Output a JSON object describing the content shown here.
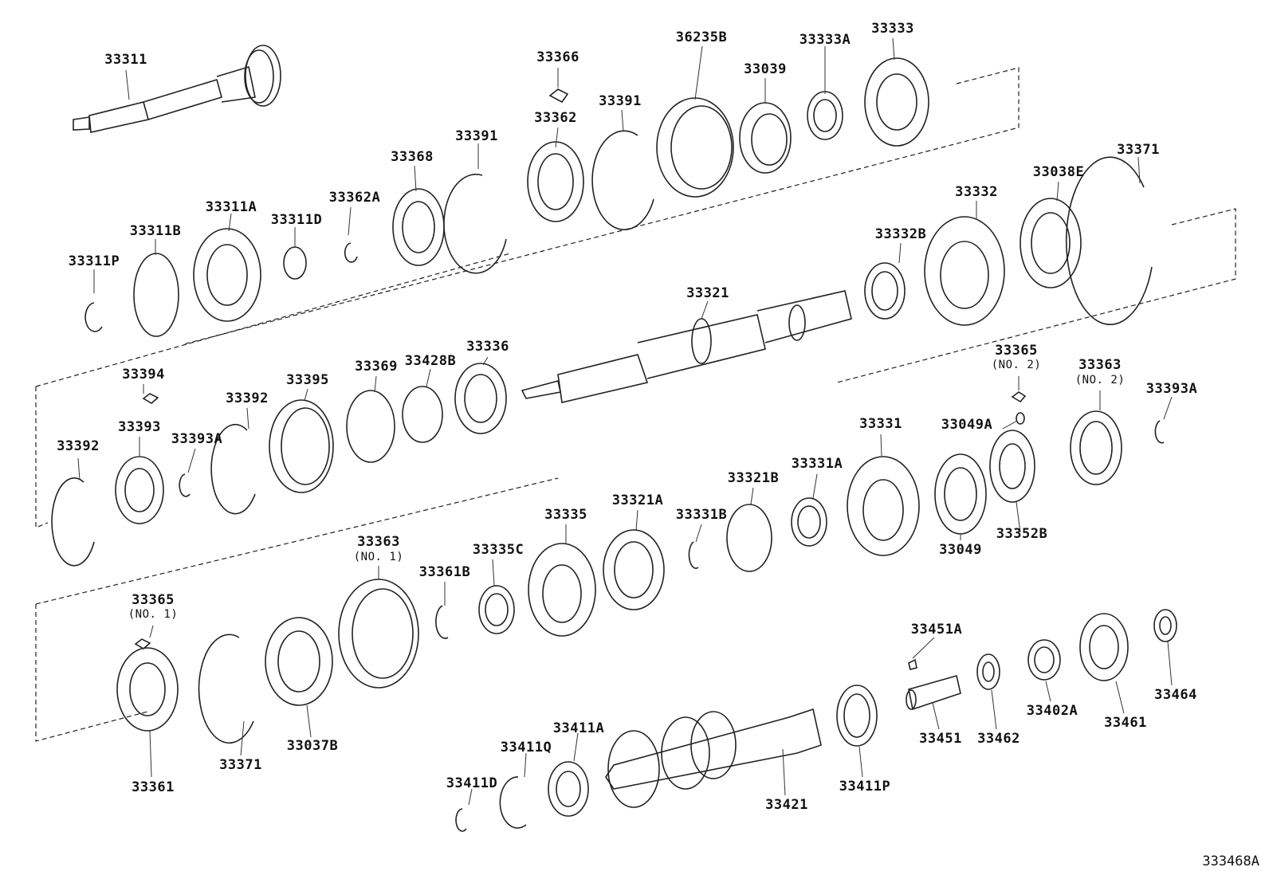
{
  "diagram": {
    "reference": "333468A",
    "parts": [
      {
        "id": "p33311",
        "number": "33311"
      },
      {
        "id": "p33366",
        "number": "33366"
      },
      {
        "id": "p36235b",
        "number": "36235B"
      },
      {
        "id": "p33039",
        "number": "33039"
      },
      {
        "id": "p33333a",
        "number": "33333A"
      },
      {
        "id": "p33333",
        "number": "33333"
      },
      {
        "id": "p33391a",
        "number": "33391"
      },
      {
        "id": "p33362",
        "number": "33362"
      },
      {
        "id": "p33391b",
        "number": "33391"
      },
      {
        "id": "p33368",
        "number": "33368"
      },
      {
        "id": "p33311a",
        "number": "33311A"
      },
      {
        "id": "p33362a",
        "number": "33362A"
      },
      {
        "id": "p33311d",
        "number": "33311D"
      },
      {
        "id": "p33311b",
        "number": "33311B"
      },
      {
        "id": "p33311p",
        "number": "33311P"
      },
      {
        "id": "p33332",
        "number": "33332"
      },
      {
        "id": "p33038e",
        "number": "33038E"
      },
      {
        "id": "p33371a",
        "number": "33371"
      },
      {
        "id": "p33332b",
        "number": "33332B"
      },
      {
        "id": "p33321",
        "number": "33321"
      },
      {
        "id": "p33336",
        "number": "33336"
      },
      {
        "id": "p33428b",
        "number": "33428B"
      },
      {
        "id": "p33369",
        "number": "33369"
      },
      {
        "id": "p33395",
        "number": "33395"
      },
      {
        "id": "p33392a",
        "number": "33392"
      },
      {
        "id": "p33394",
        "number": "33394"
      },
      {
        "id": "p33393",
        "number": "33393"
      },
      {
        "id": "p33393a1",
        "number": "33393A"
      },
      {
        "id": "p33392b",
        "number": "33392"
      },
      {
        "id": "p33365n2",
        "number": "33365",
        "note": "(NO. 2)"
      },
      {
        "id": "p33363n2",
        "number": "33363",
        "note": "(NO. 2)"
      },
      {
        "id": "p33393a2",
        "number": "33393A"
      },
      {
        "id": "p33049a",
        "number": "33049A"
      },
      {
        "id": "p33331",
        "number": "33331"
      },
      {
        "id": "p33331a",
        "number": "33331A"
      },
      {
        "id": "p33321b",
        "number": "33321B"
      },
      {
        "id": "p33049",
        "number": "33049"
      },
      {
        "id": "p33352b",
        "number": "33352B"
      },
      {
        "id": "p33335",
        "number": "33335"
      },
      {
        "id": "p33321a",
        "number": "33321A"
      },
      {
        "id": "p33331b",
        "number": "33331B"
      },
      {
        "id": "p33363n1",
        "number": "33363",
        "note": "(NO. 1)"
      },
      {
        "id": "p33335c",
        "number": "33335C"
      },
      {
        "id": "p33361b",
        "number": "33361B"
      },
      {
        "id": "p33365n1",
        "number": "33365",
        "note": "(NO. 1)"
      },
      {
        "id": "p33361",
        "number": "33361"
      },
      {
        "id": "p33371b",
        "number": "33371"
      },
      {
        "id": "p33037b",
        "number": "33037B"
      },
      {
        "id": "p33451a",
        "number": "33451A"
      },
      {
        "id": "p33464",
        "number": "33464"
      },
      {
        "id": "p33461",
        "number": "33461"
      },
      {
        "id": "p33402a",
        "number": "33402A"
      },
      {
        "id": "p33462",
        "number": "33462"
      },
      {
        "id": "p33451",
        "number": "33451"
      },
      {
        "id": "p33411p",
        "number": "33411P"
      },
      {
        "id": "p33421",
        "number": "33421"
      },
      {
        "id": "p33411a",
        "number": "33411A"
      },
      {
        "id": "p33411q",
        "number": "33411Q"
      },
      {
        "id": "p33411d",
        "number": "33411D"
      }
    ]
  }
}
